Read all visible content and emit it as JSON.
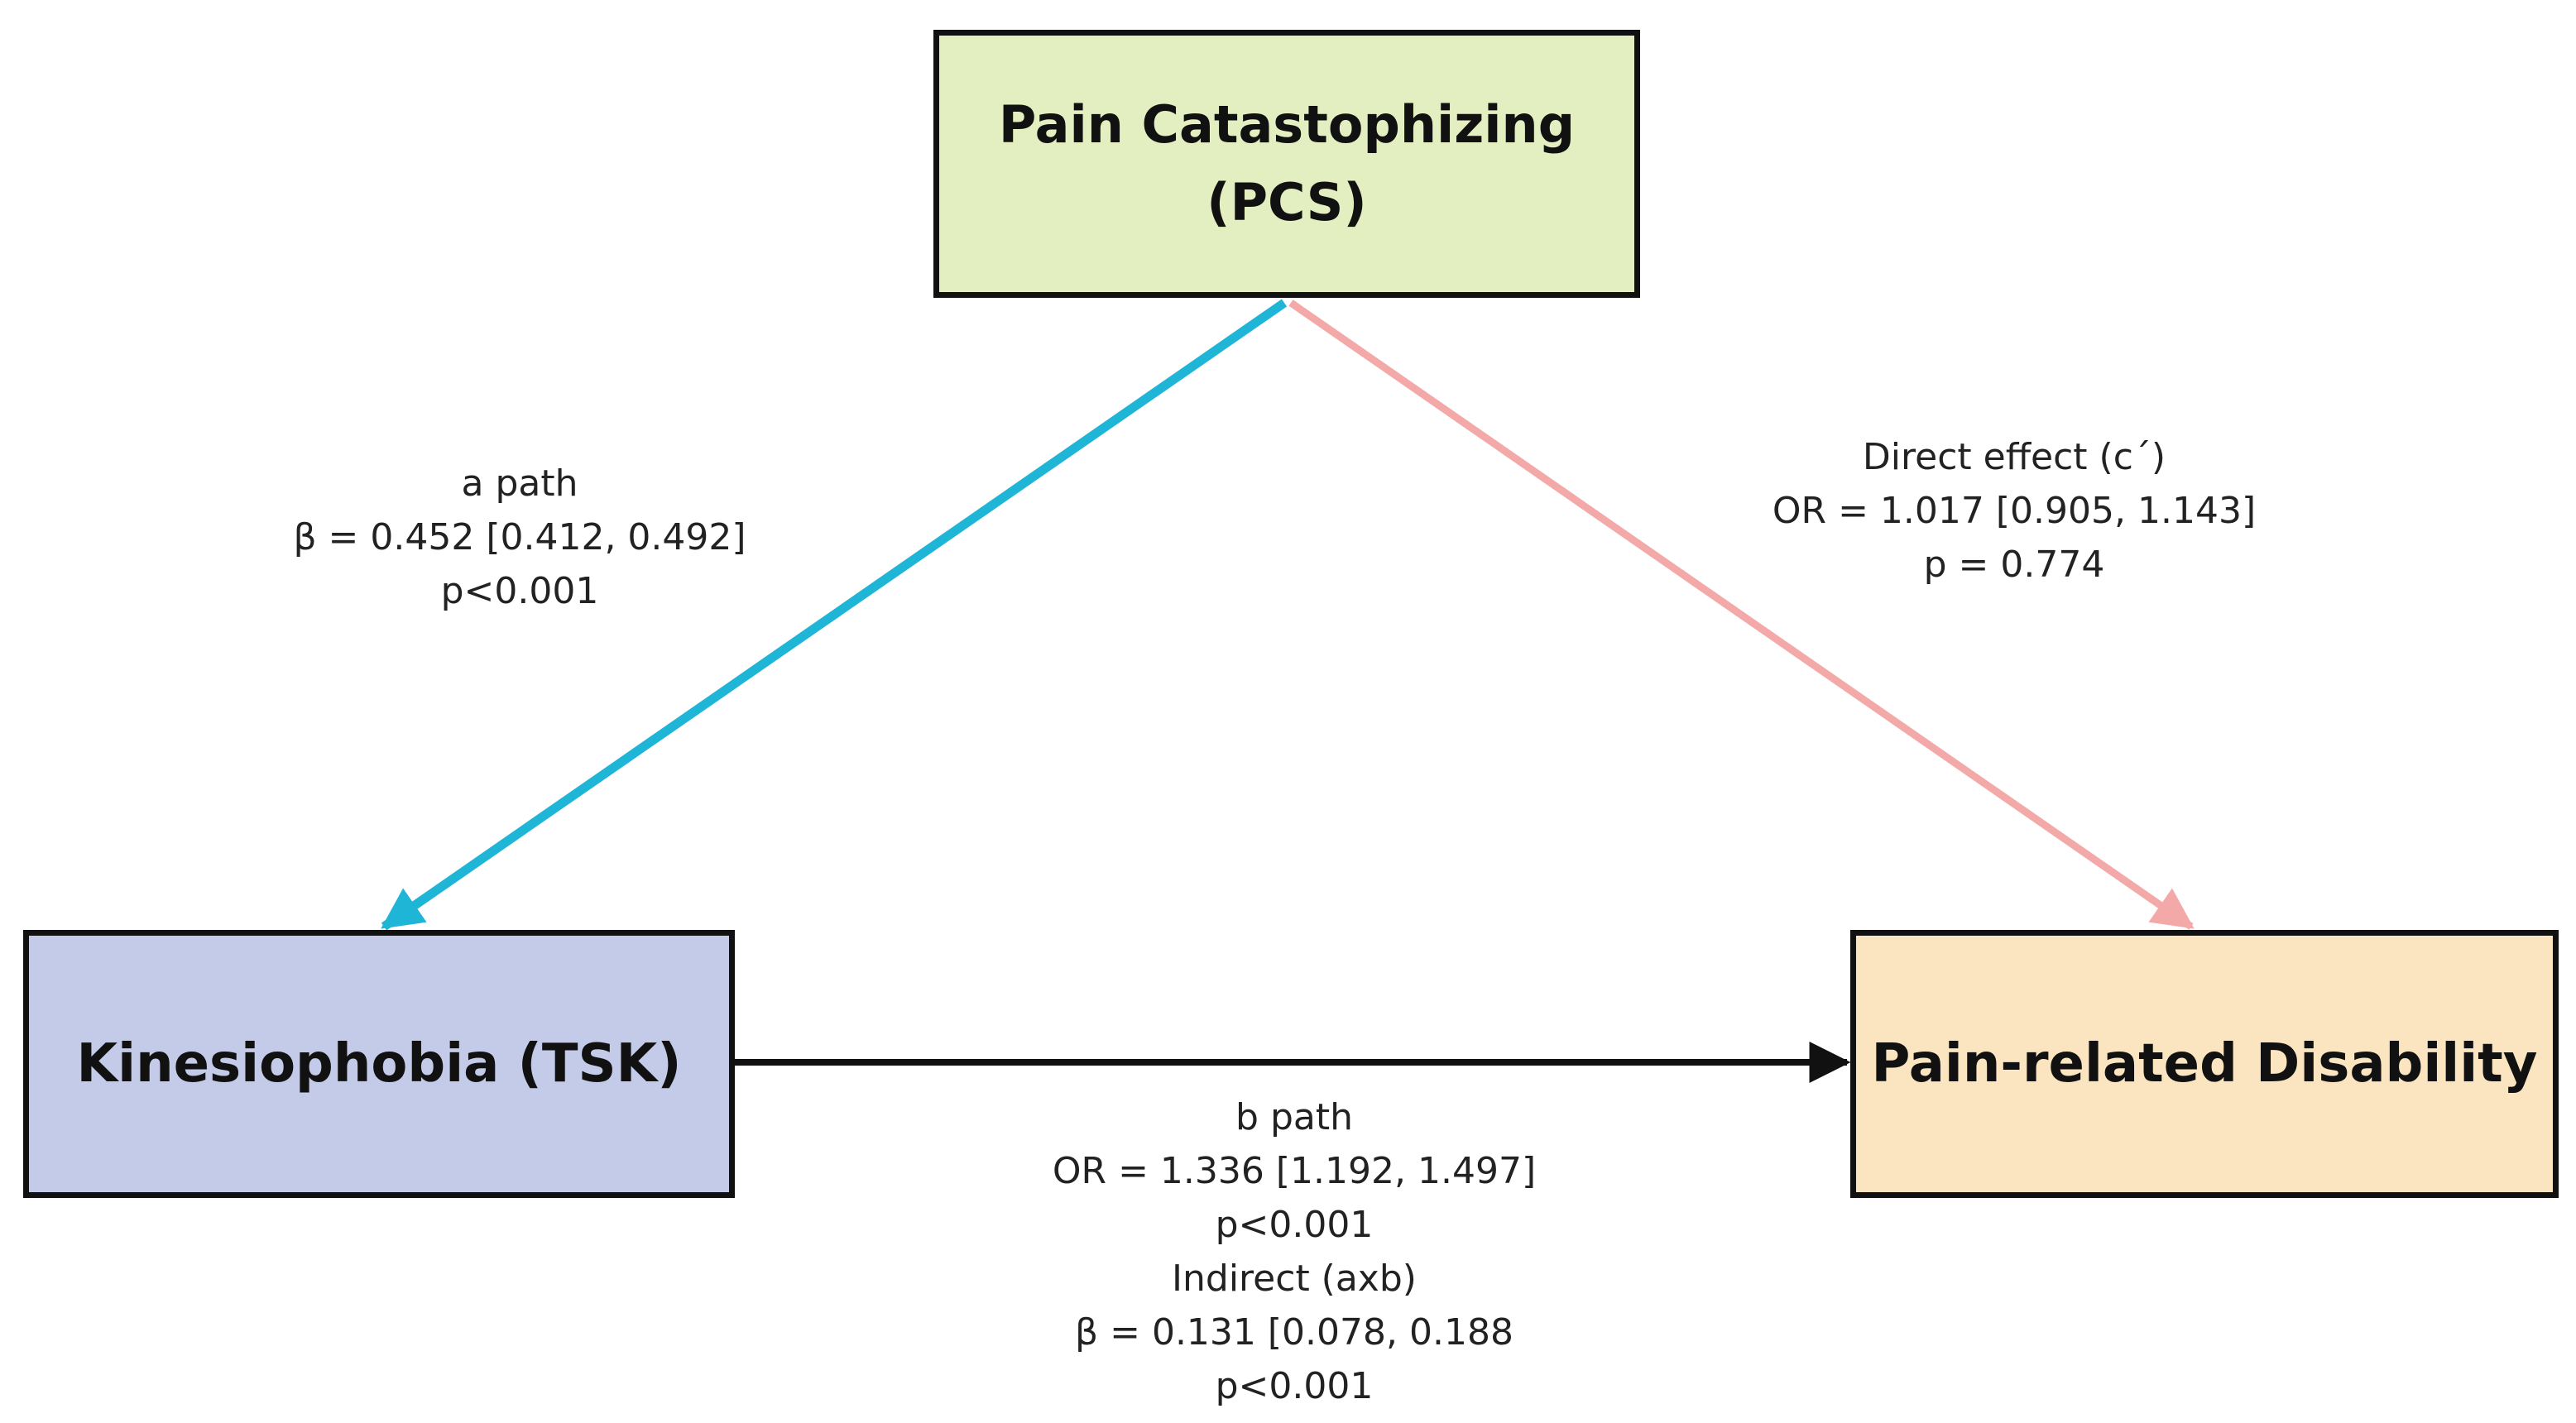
{
  "nodes": {
    "pcs": {
      "label": "Pain Catastophizing\n(PCS)",
      "fill": "#e3efc0"
    },
    "tsk": {
      "label": "Kinesiophobia (TSK)",
      "fill": "#c3cbe8"
    },
    "disability": {
      "label": "Pain-related Disability",
      "fill": "#fbe4c0"
    }
  },
  "edges": {
    "a_path": {
      "color": "#1fb5d6",
      "title": "a path",
      "estimate": "β = 0.452 [0.412, 0.492]",
      "p": "p<0.001"
    },
    "direct_effect": {
      "color": "#f4a9a9",
      "title": "Direct effect (c´)",
      "estimate": "OR = 1.017 [0.905, 1.143]",
      "p": "p = 0.774"
    },
    "b_path": {
      "color": "#111111",
      "title": "b path",
      "estimate": "OR = 1.336 [1.192, 1.497]",
      "p": "p<0.001",
      "indirect_title": "Indirect (axb)",
      "indirect_estimate": "β = 0.131 [0.078, 0.188",
      "indirect_p": "p<0.001"
    }
  }
}
